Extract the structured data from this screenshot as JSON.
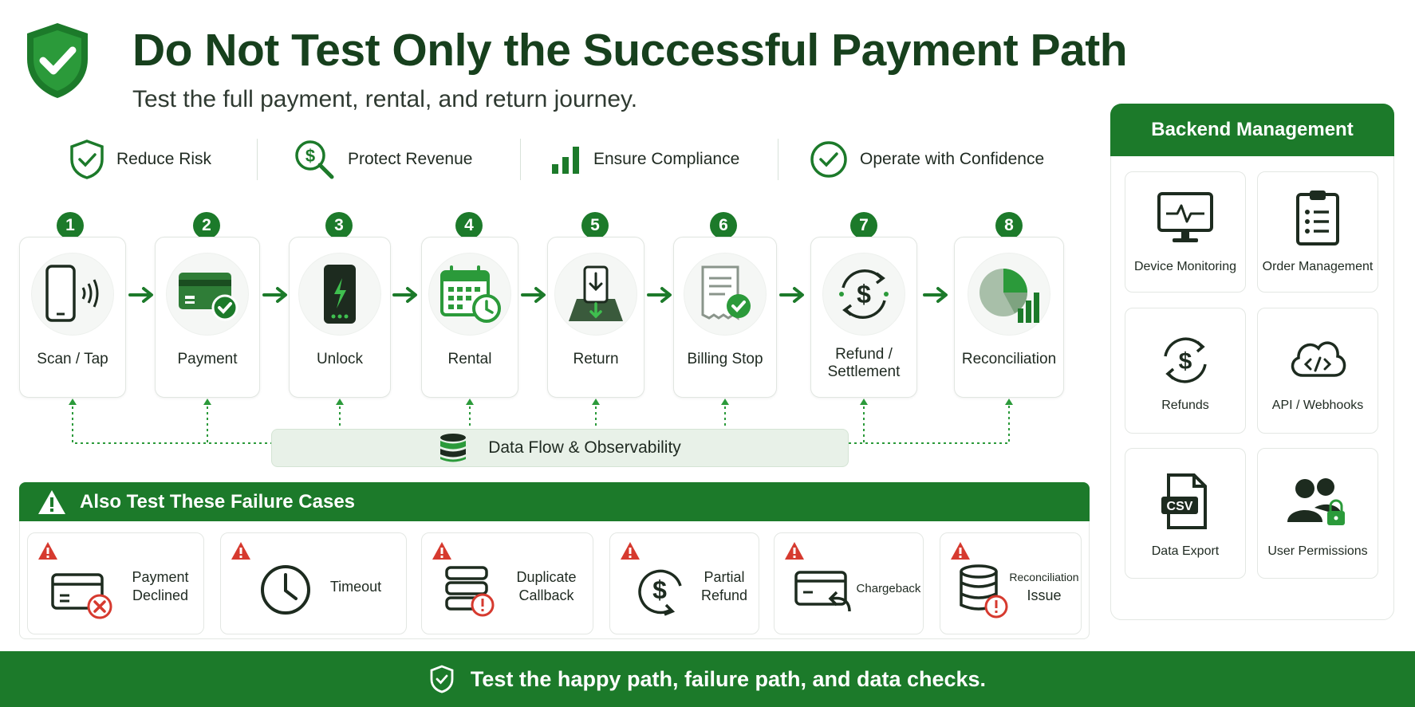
{
  "header": {
    "title": "Do Not Test Only the Successful Payment Path",
    "subtitle": "Test the full payment, rental, and return journey."
  },
  "benefits": [
    {
      "label": "Reduce Risk",
      "icon": "shield-check-icon"
    },
    {
      "label": "Protect Revenue",
      "icon": "dollar-search-icon"
    },
    {
      "label": "Ensure Compliance",
      "icon": "bar-chart-icon"
    },
    {
      "label": "Operate with Confidence",
      "icon": "check-circle-icon"
    }
  ],
  "steps": [
    {
      "num": "1",
      "label": "Scan / Tap",
      "icon": "phone-nfc-icon"
    },
    {
      "num": "2",
      "label": "Payment",
      "icon": "card-check-icon"
    },
    {
      "num": "3",
      "label": "Unlock",
      "icon": "power-bank-icon"
    },
    {
      "num": "4",
      "label": "Rental",
      "icon": "calendar-clock-icon"
    },
    {
      "num": "5",
      "label": "Return",
      "icon": "return-slot-icon"
    },
    {
      "num": "6",
      "label": "Billing Stop",
      "icon": "receipt-check-icon"
    },
    {
      "num": "7",
      "label": "Refund /",
      "label2": "Settlement",
      "icon": "dollar-cycle-icon"
    },
    {
      "num": "8",
      "label": "Reconciliation",
      "icon": "pie-bar-chart-icon"
    }
  ],
  "dataflow": {
    "label": "Data Flow & Observability",
    "icon": "database-icon"
  },
  "failure": {
    "title": "Also Test These Failure Cases",
    "cases": [
      {
        "label": "Payment",
        "label2": "Declined",
        "icon": "card-declined-icon"
      },
      {
        "label": "Timeout",
        "label2": "",
        "icon": "clock-icon"
      },
      {
        "label": "Duplicate",
        "label2": "Callback",
        "icon": "server-alert-icon"
      },
      {
        "label": "Partial",
        "label2": "Refund",
        "icon": "dollar-refund-icon"
      },
      {
        "label": "Chargeback",
        "label2": "",
        "icon": "card-back-arrow-icon"
      },
      {
        "label": "Reconciliation",
        "label2": "Issue",
        "icon": "database-alert-icon"
      }
    ]
  },
  "backend": {
    "title": "Backend Management",
    "items": [
      {
        "label": "Device Monitoring",
        "icon": "monitor-pulse-icon"
      },
      {
        "label": "Order Management",
        "icon": "clipboard-list-icon"
      },
      {
        "label": "Refunds",
        "icon": "dollar-cycle-icon"
      },
      {
        "label": "API / Webhooks",
        "icon": "cloud-code-icon"
      },
      {
        "label": "Data Export",
        "icon": "csv-file-icon"
      },
      {
        "label": "User Permissions",
        "icon": "users-lock-icon"
      }
    ]
  },
  "footer": {
    "label": "Test the happy path, failure path, and data checks."
  },
  "colors": {
    "primary": "#1c7a2a",
    "dark": "#17401d",
    "alert": "#d63a2f",
    "light": "#e8f1e8"
  }
}
